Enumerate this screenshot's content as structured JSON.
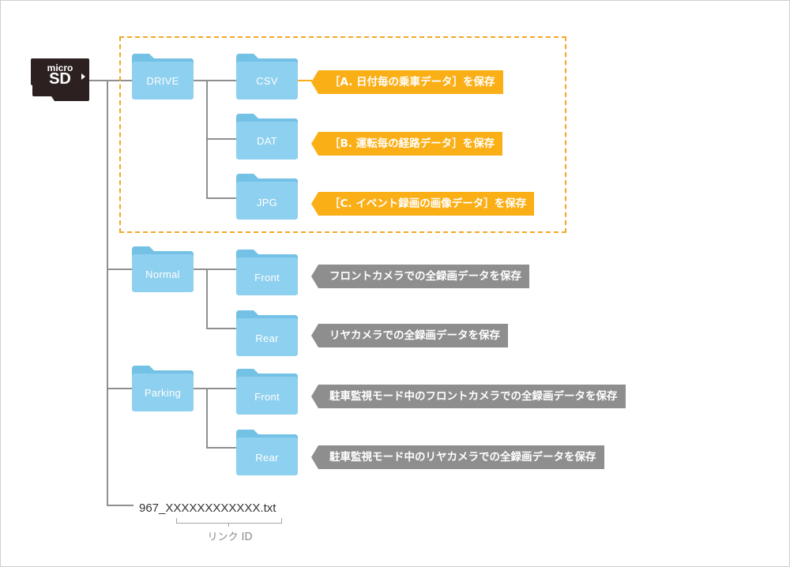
{
  "sd_card": {
    "line1": "micro",
    "line2": "SD"
  },
  "folders": {
    "drive": "DRIVE",
    "csv": "CSV",
    "dat": "DAT",
    "jpg": "JPG",
    "normal": "Normal",
    "normal_front": "Front",
    "normal_rear": "Rear",
    "parking": "Parking",
    "parking_front": "Front",
    "parking_rear": "Rear"
  },
  "descriptions": {
    "csv": "［A. 日付毎の乗車データ］を保存",
    "dat": "［B. 運転毎の経路データ］を保存",
    "jpg": "［C. イベント録画の画像データ］を保存",
    "normal_front": "フロントカメラでの全録画データを保存",
    "normal_rear": "リヤカメラでの全録画データを保存",
    "parking_front": "駐車監視モード中のフロントカメラでの全録画データを保存",
    "parking_rear": "駐車監視モード中のリヤカメラでの全録画データを保存"
  },
  "file": {
    "name": "967_XXXXXXXXXXXX.txt",
    "annotation": "リンク ID"
  },
  "colors": {
    "folder": "#8ed0ef",
    "folder_tab": "#74c1e6",
    "highlight": "#fbaf17",
    "gray_tag": "#8e8e8e",
    "dash_border": "#f5a623"
  }
}
